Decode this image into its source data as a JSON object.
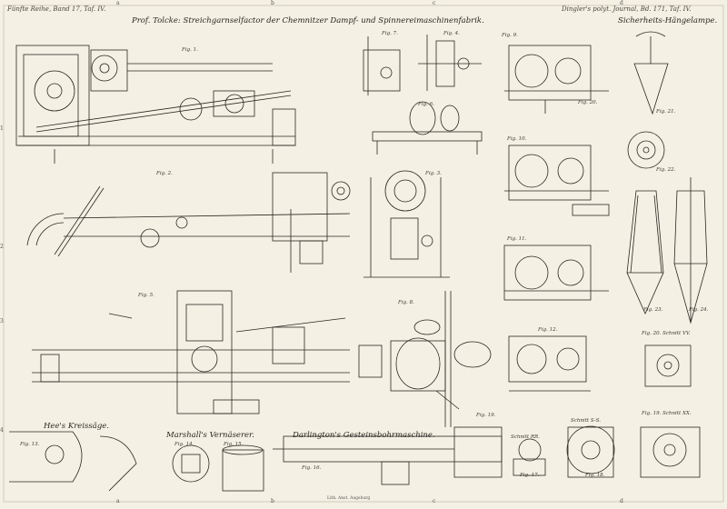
{
  "plate": {
    "header_left": "Fünfte Reihe, Band 17, Taf. IV.",
    "header_right": "Dingler's polyt. Journal, Bd. 171, Taf. IV.",
    "bottom_letters": [
      "a",
      "b",
      "c",
      "d"
    ],
    "top_letters": [
      "a",
      "b",
      "c",
      "d"
    ],
    "side_numbers": [
      "1",
      "2",
      "3",
      "4"
    ],
    "imprint": "Lith. Anst. Augsburg"
  },
  "titles": {
    "main": "Prof. Tolcke: Streichgarnselfactor der Chemnitzer Dampf- und Spinnereimaschinenfabrik.",
    "lamp": "Sicherheits-Hängelampe.",
    "saw": "Hee's Kreissäge.",
    "marshall": "Marshall's Vernäserer.",
    "darlington": "Darlington's Gesteinsbohrmaschine."
  },
  "figures": [
    "Fig. 1.",
    "Fig. 2.",
    "Fig. 3.",
    "Fig. 4.",
    "Fig. 5.",
    "Fig. 6.",
    "Fig. 7.",
    "Fig. 8.",
    "Fig. 9.",
    "Fig. 10.",
    "Fig. 11.",
    "Fig. 12.",
    "Fig. 13.",
    "Fig. 14.",
    "Fig. 15.",
    "Fig. 16.",
    "Fig. 17.",
    "Fig. 18.",
    "Fig. 19.",
    "Fig. 20.",
    "Fig. 21.",
    "Fig. 22.",
    "Fig. 23.",
    "Fig. 24."
  ],
  "captions": {
    "fig20": "Fig. 20. Schnitt VV.",
    "fig19": "Fig. 19. Schnitt XX.",
    "schnitt_rr": "Schnitt RR.",
    "schnitt_sr": "Schnitt S-S."
  }
}
